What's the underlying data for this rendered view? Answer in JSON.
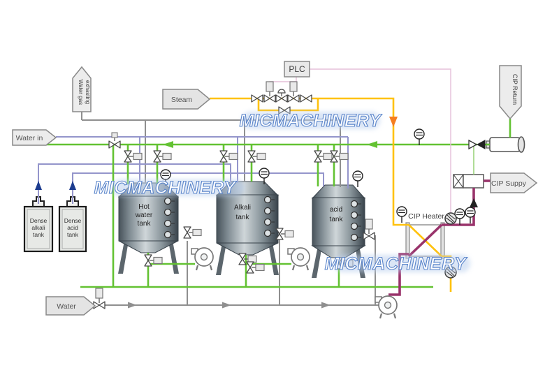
{
  "labels": {
    "water_gas_line1": "Water gas",
    "water_gas_line2": "exhasting",
    "water_in": "Water in",
    "steam": "Steam",
    "plc": "PLC",
    "water": "Water",
    "cip_return": "CIP Return",
    "cip_supply": "CIP Suppy",
    "cip_heater": "CIP Heater"
  },
  "tanks": {
    "hot_water": {
      "line1": "Hot",
      "line2": "water",
      "line3": "tank"
    },
    "alkali": {
      "line1": "Alkali",
      "line2": "tank"
    },
    "acid": {
      "line1": "acid",
      "line2": "tank"
    },
    "dense_alkali": {
      "line1": "Dense",
      "line2": "alkali",
      "line3": "tank"
    },
    "dense_acid": {
      "line1": "Dense",
      "line2": "acid",
      "line3": "tank"
    }
  },
  "watermark": {
    "text": "MICMACHINERY"
  },
  "colors": {
    "green": "#63c232",
    "light_green": "#9cd47c",
    "yellow": "#ffc20e",
    "orange": "#f57e20",
    "magenta": "#99336b",
    "lavender": "#9495cb",
    "navy": "#1d3c8f",
    "pink": "#e5bfd9",
    "gray_pipe": "#8f8f8f",
    "dark": "#2a2a2a",
    "watermark_blue": "#5581c9"
  }
}
